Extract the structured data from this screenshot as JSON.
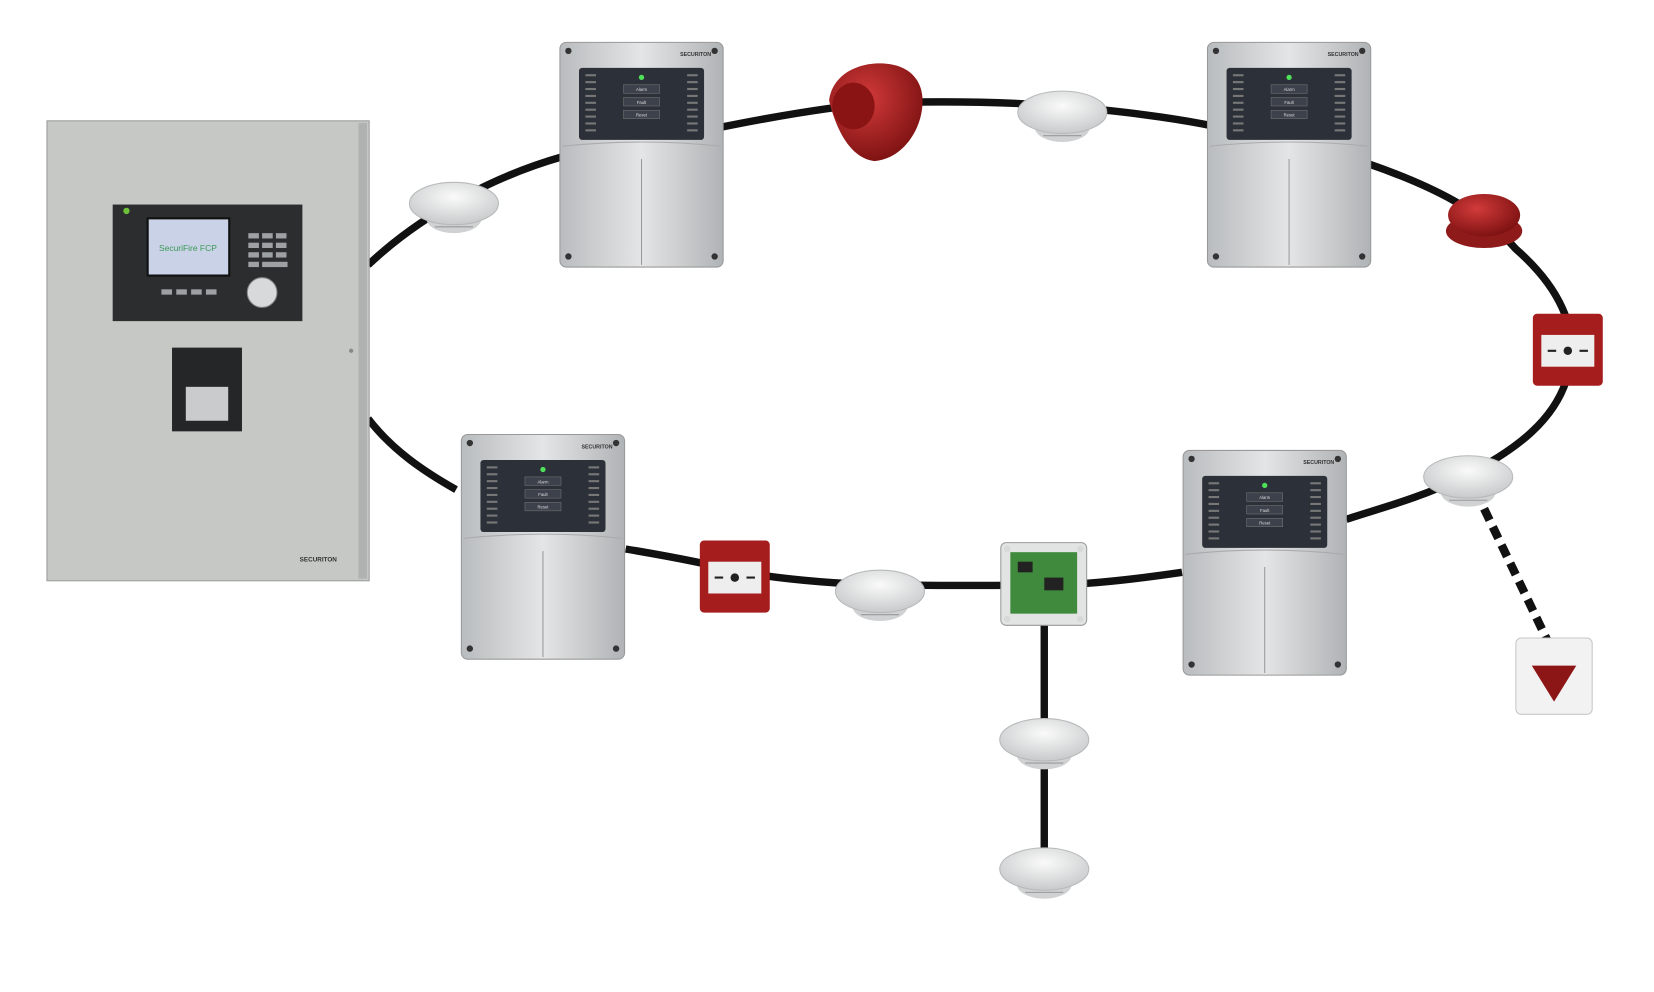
{
  "main_panel": {
    "screen_text": "SecuriFire FCP",
    "brand": "SECURITON"
  },
  "sub_panels": [
    {
      "brand": "SECURITON",
      "buttons": [
        "Alarm",
        "Fault",
        "Reset"
      ]
    },
    {
      "brand": "SECURITON",
      "buttons": [
        "Alarm",
        "Fault",
        "Reset"
      ]
    },
    {
      "brand": "SECURITON",
      "buttons": [
        "Alarm",
        "Fault",
        "Reset"
      ]
    },
    {
      "brand": "SECURITON",
      "buttons": [
        "Alarm",
        "Fault",
        "Reset"
      ]
    }
  ],
  "colors": {
    "cable": "#111111",
    "device_red": "#a51d1d",
    "panel_grey": "#c9cbcc",
    "module_green": "#3f8a3c"
  }
}
